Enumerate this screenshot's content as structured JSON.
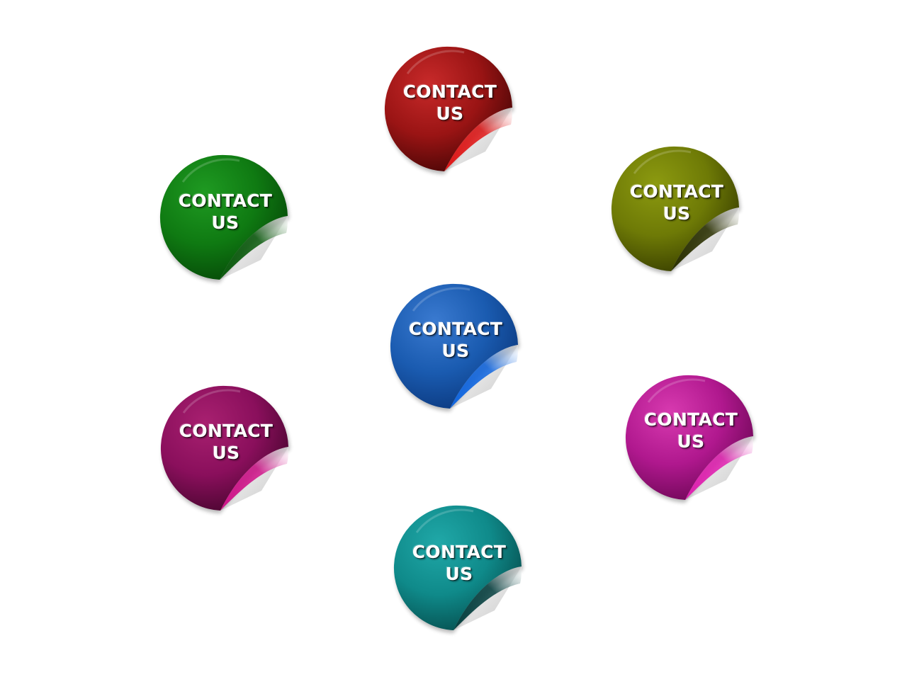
{
  "stickers": [
    {
      "id": "red",
      "line1": "CONTACT",
      "line2": "US",
      "color": "#9a1414",
      "dark": "#4a0606",
      "light": "#c82a2a",
      "curl": "#e01818"
    },
    {
      "id": "olive",
      "line1": "CONTACT",
      "line2": "US",
      "color": "#6e7a06",
      "dark": "#3a4000",
      "light": "#8c9a10",
      "curl": "#2a3000"
    },
    {
      "id": "green",
      "line1": "CONTACT",
      "line2": "US",
      "color": "#0f7a12",
      "dark": "#064a08",
      "light": "#1f9a22",
      "curl": "#0a5a0c"
    },
    {
      "id": "blue",
      "line1": "CONTACT",
      "line2": "US",
      "color": "#1a5bb0",
      "dark": "#0c3a80",
      "light": "#3a7ad0",
      "curl": "#1066e0"
    },
    {
      "id": "magenta",
      "line1": "CONTACT",
      "line2": "US",
      "color": "#b0188e",
      "dark": "#700858",
      "light": "#d83ab0",
      "curl": "#e020b0"
    },
    {
      "id": "purple",
      "line1": "CONTACT",
      "line2": "US",
      "color": "#8a0f5c",
      "dark": "#4a0630",
      "light": "#a82070",
      "curl": "#d0148a"
    },
    {
      "id": "teal",
      "line1": "CONTACT",
      "line2": "US",
      "color": "#0f8a8a",
      "dark": "#065050",
      "light": "#20a8a8",
      "curl": "#064040"
    }
  ]
}
